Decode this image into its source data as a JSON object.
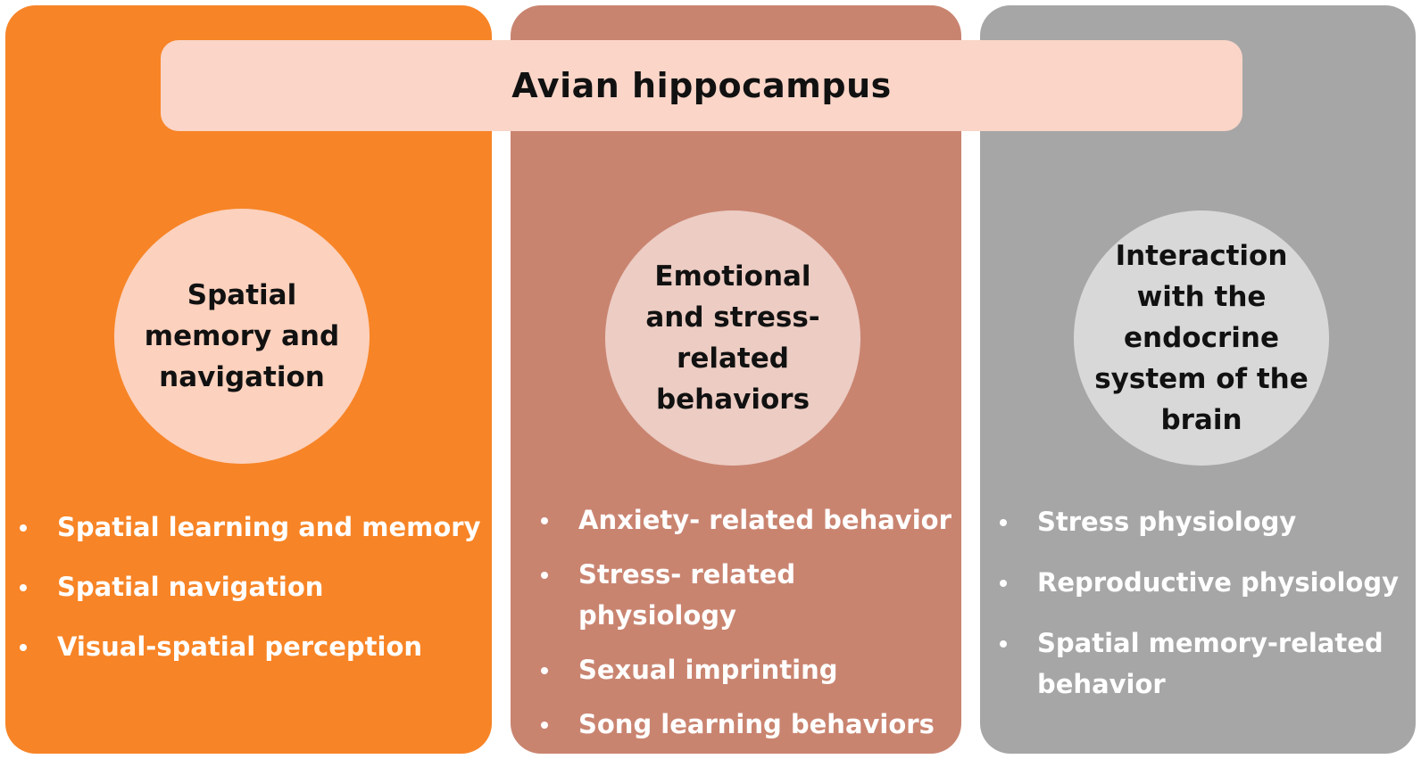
{
  "colors": {
    "panel_1": "#f78426",
    "panel_2": "#c98470",
    "panel_3": "#a6a6a6",
    "banner": "#fad5c8",
    "circle_1": "#fcd1bd",
    "circle_2": "#ecccc3",
    "circle_3": "#d8d8d8"
  },
  "banner": {
    "title": "Avian hippocampus"
  },
  "columns": [
    {
      "circle_label": "Spatial\nmemory and\nnavigation",
      "items": [
        "Spatial  learning and memory",
        "Spatial navigation",
        "Visual-spatial perception"
      ]
    },
    {
      "circle_label": "Emotional\nand stress-\nrelated\nbehaviors",
      "items": [
        "Anxiety- related behavior",
        "Stress- related physiology",
        "Sexual imprinting",
        "Song learning behaviors"
      ]
    },
    {
      "circle_label": "Interaction\nwith the\nendocrine\nsystem of the\nbrain",
      "items": [
        "Stress physiology",
        "Reproductive physiology",
        "Spatial memory-related behavior"
      ]
    }
  ]
}
